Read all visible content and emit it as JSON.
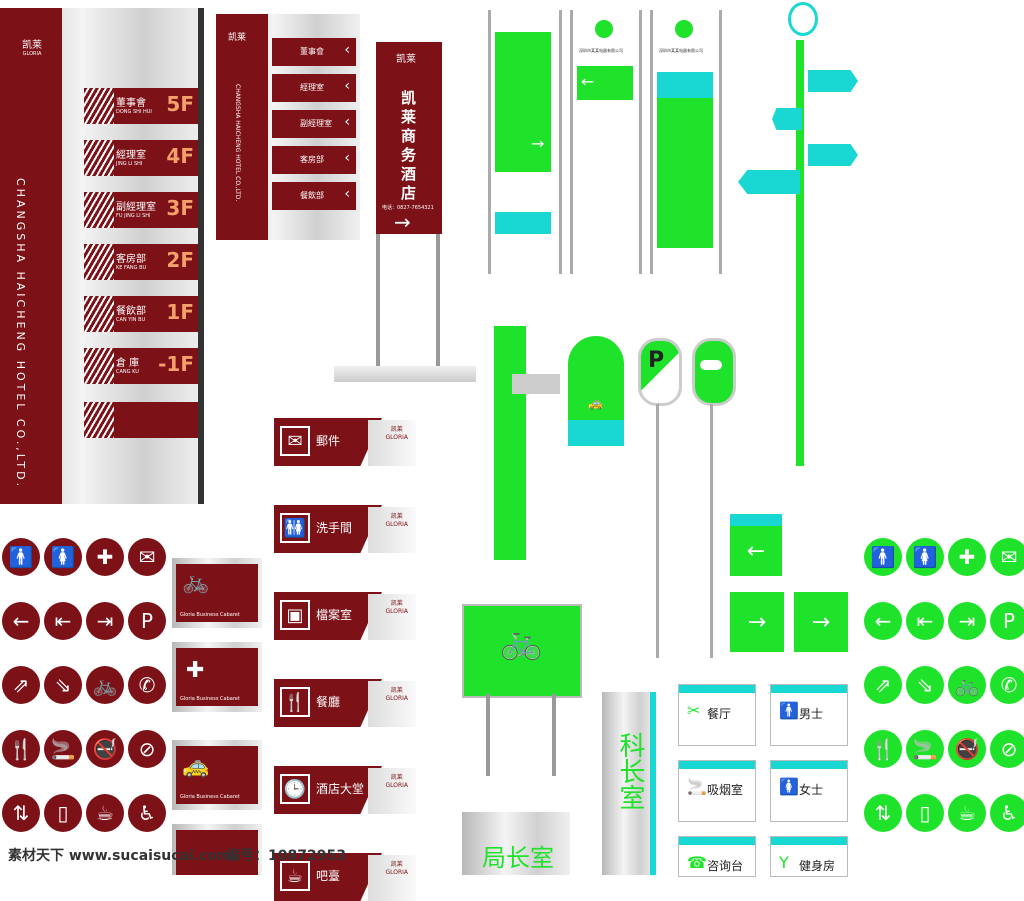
{
  "hotel": {
    "vertical_en": "CHANGSHA HAICHENG HOTEL CO.,LTD.",
    "logo_cn": "凯莱",
    "logo_en": "GLORIA",
    "business_en": "Gloria Business Cabaret",
    "sign_title": "凯莱商务酒店",
    "phone": "电话：0827-7654321"
  },
  "floors": [
    {
      "name": "董事會",
      "pinyin": "DONG SHI HUI",
      "floor": "5F"
    },
    {
      "name": "經理室",
      "pinyin": "JING LI SHI",
      "floor": "4F"
    },
    {
      "name": "副經理室",
      "pinyin": "FU JING LI SHI",
      "floor": "3F"
    },
    {
      "name": "客房部",
      "pinyin": "KE FANG BU",
      "floor": "2F"
    },
    {
      "name": "餐飲部",
      "pinyin": "CAN YIN BU",
      "floor": "1F"
    },
    {
      "name": "倉 庫",
      "pinyin": "CANG KU",
      "floor": "-1F"
    }
  ],
  "small_board": [
    "董事會",
    "經理室",
    "副經理室",
    "客房部",
    "餐飲部"
  ],
  "plaques": [
    {
      "name": "郵件",
      "icon": "✉"
    },
    {
      "name": "洗手間",
      "icon": "🚻"
    },
    {
      "name": "檔案室",
      "icon": "▣"
    },
    {
      "name": "餐廳",
      "icon": "🍴"
    },
    {
      "name": "酒店大堂",
      "icon": "🕒"
    },
    {
      "name": "吧臺",
      "icon": "☕"
    }
  ],
  "green_signs": [
    {
      "name": "餐厅",
      "icon": "✂"
    },
    {
      "name": "男士",
      "icon": "🚹"
    },
    {
      "name": "吸烟室",
      "icon": "🚬"
    },
    {
      "name": "女士",
      "icon": "🚺"
    },
    {
      "name": "咨询台",
      "icon": "☎"
    },
    {
      "name": "健身房",
      "icon": "Y"
    }
  ],
  "room_signs": {
    "section": "科长室",
    "bureau": "局长室"
  },
  "company_small": "深圳市某某电器有限公司",
  "icons_grid": [
    "🚹",
    "🚺",
    "✚",
    "✉",
    "←",
    "⇤",
    "⇥",
    "P",
    "⇗",
    "⇘",
    "🚲",
    "✆",
    "🍴",
    "🚬",
    "🚭",
    "⊘",
    "⇅",
    "▯",
    "☕",
    "♿"
  ],
  "watermark": {
    "left": "素材天下 www.sucaisucai.com",
    "right": "编号：10872953"
  }
}
